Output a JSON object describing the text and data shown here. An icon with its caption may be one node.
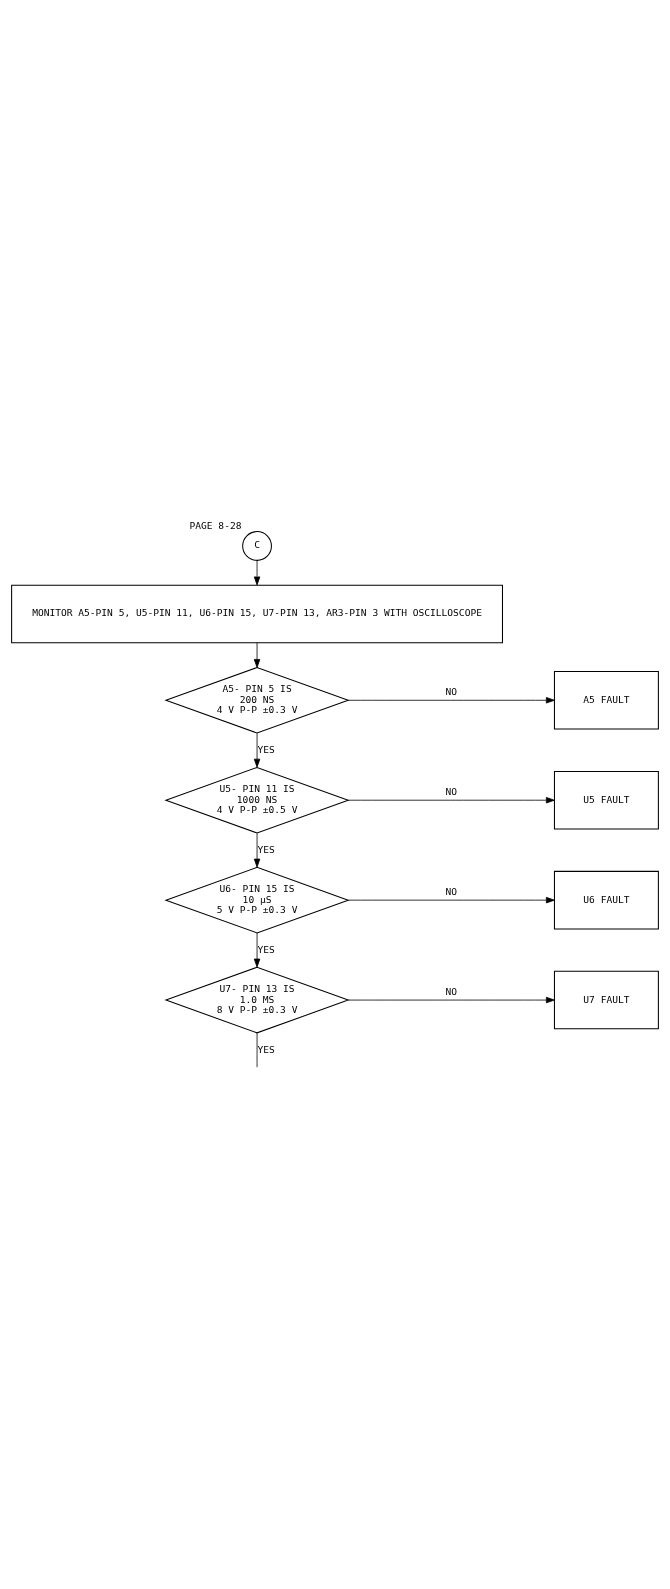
{
  "diagram": {
    "nodes": [
      {
        "text": [
          "C"
        ],
        "beside": [
          "PAGE 8-28"
        ]
      },
      {
        "text": [
          "MONITOR A5-PIN 5, U5-PIN 11, U6-PIN 15, U7-PIN 13, AR3-PIN 3 WITH OSCILLOSCOPE"
        ]
      },
      {
        "text": [
          "A5- PIN 5 IS",
          "200 NS",
          "4 V P-P ±0.3 V"
        ]
      },
      {
        "text": [
          "A5 FAULT"
        ]
      },
      {
        "text": [
          "U5- PIN 11 IS",
          "1000 NS",
          "4 V P-P ±0.5 V"
        ]
      },
      {
        "text": [
          "U5 FAULT"
        ]
      },
      {
        "text": [
          "U6- PIN 15 IS",
          "10 µS",
          "5 V P-P ±0.3 V"
        ]
      },
      {
        "text": [
          "U6 FAULT"
        ]
      },
      {
        "text": [
          "U7- PIN 13 IS",
          "1.0 MS",
          "8 V P-P ±0.3 V"
        ]
      },
      {
        "text": [
          "U7 FAULT"
        ]
      }
    ],
    "edges": [
      {
        "from": 0,
        "to": 1,
        "arrow": "to"
      },
      {
        "from": 1,
        "to": 2,
        "arrow": "to"
      },
      {
        "from": 2,
        "to": 3,
        "arrow": "to",
        "label": "NO"
      },
      {
        "from": 2,
        "to": 4,
        "arrow": "to",
        "label": "YES"
      },
      {
        "from": 4,
        "to": 5,
        "arrow": "to",
        "label": "NO"
      },
      {
        "from": 4,
        "to": 6,
        "arrow": "to",
        "label": "YES"
      },
      {
        "from": 6,
        "to": 7,
        "arrow": "to",
        "label": "NO"
      },
      {
        "from": 6,
        "to": 8,
        "arrow": "to",
        "label": "YES"
      },
      {
        "from": 8,
        "to": 9,
        "arrow": "to",
        "label": "NO"
      },
      {
        "from": 8,
        "to": null,
        "arrow": "none",
        "label": "YES"
      }
    ]
  }
}
